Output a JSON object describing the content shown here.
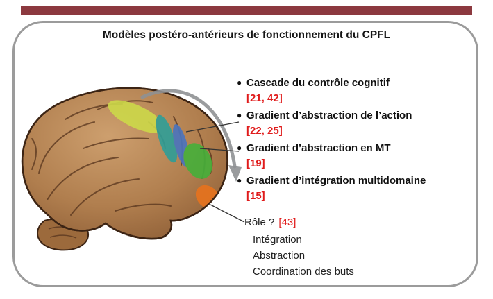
{
  "figure": {
    "title": "Modèles postéro-antérieurs de fonctionnement du CPFL",
    "models": [
      {
        "label": "Cascade du contrôle cognitif",
        "refs": "[21, 42]"
      },
      {
        "label": "Gradient d’abstraction de l’action",
        "refs": "[22, 25]"
      },
      {
        "label": "Gradient d’abstraction en MT",
        "refs": "[19]"
      },
      {
        "label": "Gradient d’intégration multidomaine",
        "refs": "[15]"
      }
    ],
    "role": {
      "label": "Rôle ?",
      "refs": "[43]",
      "items": [
        "Intégration",
        "Abstraction",
        "Coordination des buts"
      ]
    }
  },
  "icons": {
    "bullet": "●"
  },
  "colors": {
    "accent_bar": "#8c393f",
    "frame_gray": "#9b9b9b",
    "reference_red": "#e01b1b",
    "arrow_gray": "#8f9193",
    "brain_fill": "#b07e4e",
    "regions": {
      "premotor_yellow": "#ccd94a",
      "caudal_teal": "#2f9e97",
      "mid_blue": "#4a74bf",
      "rostral_green": "#45b03a",
      "frontopolar_orange": "#e7731d",
      "ventral_yellow": "#e7c91f"
    }
  }
}
